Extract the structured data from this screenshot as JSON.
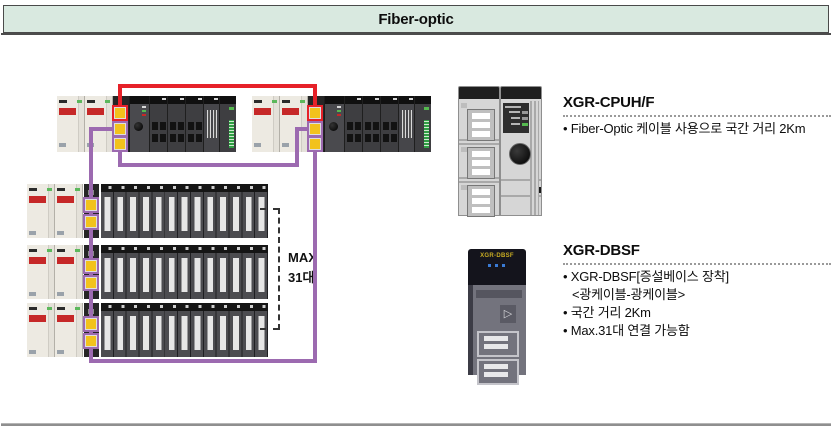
{
  "header": {
    "title": "Fiber-optic"
  },
  "diagram": {
    "max_label": {
      "line1": "MAX",
      "line2": "31대"
    },
    "colors": {
      "header_bg": "#d9e9e0",
      "red_fiber_cable": "#e62129",
      "purple_fiber_cable": "#9c6ab0",
      "fiber_port_yellow": "#f2c21c"
    }
  },
  "icons": {
    "dbsf_door_glyph": "▷"
  },
  "sections": {
    "cpu": {
      "title": "XGR-CPUH/F",
      "bullet1": "• Fiber-Optic 케이블 사용으로 국간 거리 2Km"
    },
    "dbsf": {
      "title": "XGR-DBSF",
      "module_label": "XGR-DBSF",
      "bullet1": "• XGR-DBSF[증설베이스 장착]",
      "bullet1_sub": "<광케이블-광케이블>",
      "bullet2": "• 국간 거리 2Km",
      "bullet3": "• Max.31대 연결 가능함"
    }
  }
}
